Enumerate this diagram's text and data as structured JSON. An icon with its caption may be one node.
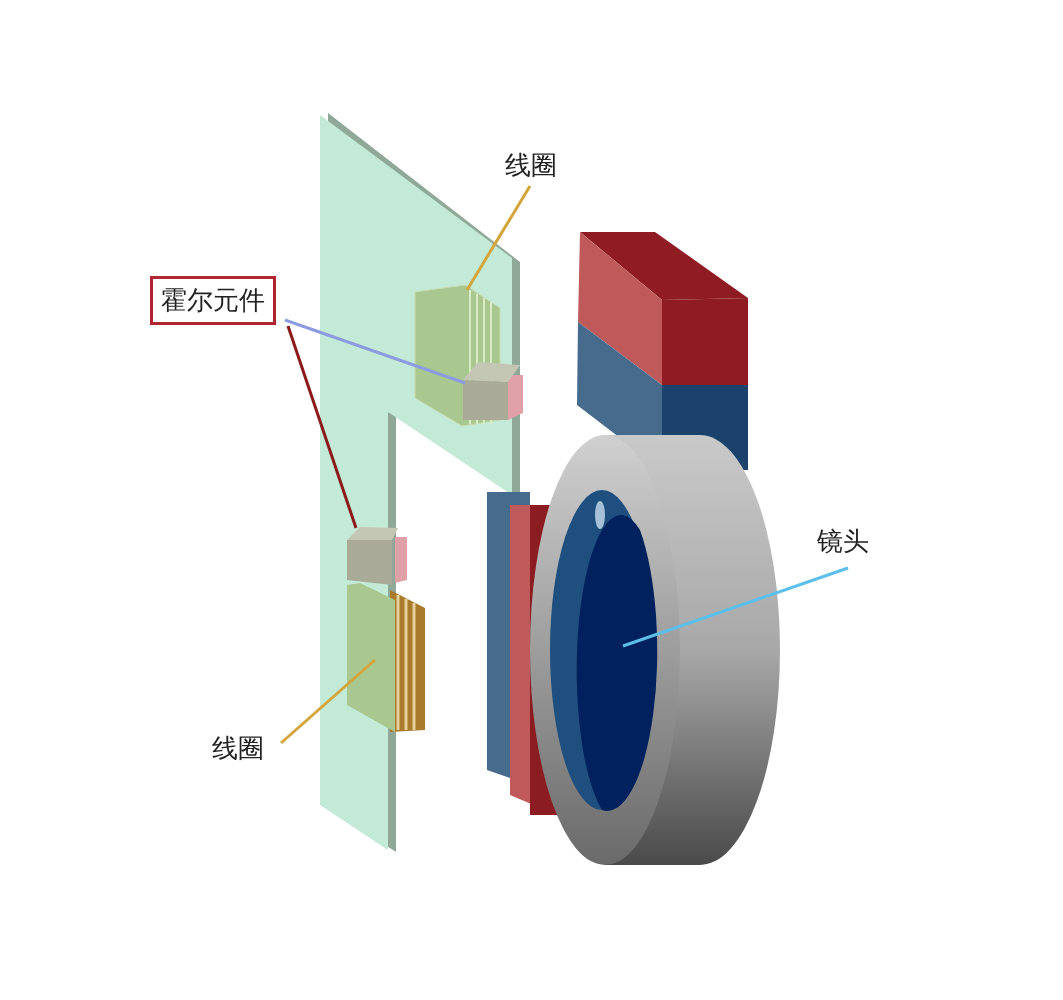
{
  "diagram": {
    "nodes": [
      {
        "text": [
          "线圈"
        ]
      },
      {
        "text": [
          "霍尔元件"
        ]
      },
      {
        "text": [
          "线圈"
        ]
      },
      {
        "text": [
          "镜头"
        ]
      },
      {
        "text": [],
        "shape": "box"
      },
      {
        "text": [],
        "shape": "box"
      },
      {
        "text": [],
        "shape": "box"
      },
      {
        "text": [],
        "shape": "box"
      },
      {
        "text": [],
        "shape": "circle"
      }
    ],
    "edges": [
      {
        "from": 0,
        "to": 4,
        "arrow": "none"
      },
      {
        "from": 1,
        "to": 5,
        "arrow": "none",
        "color": "#8c9be0"
      },
      {
        "from": 1,
        "to": 6,
        "arrow": "none",
        "color": "#8b1a1a"
      },
      {
        "from": 2,
        "to": 7,
        "arrow": "none"
      },
      {
        "from": 3,
        "to": 8,
        "arrow": "none",
        "color": "#5bbfea"
      }
    ]
  }
}
